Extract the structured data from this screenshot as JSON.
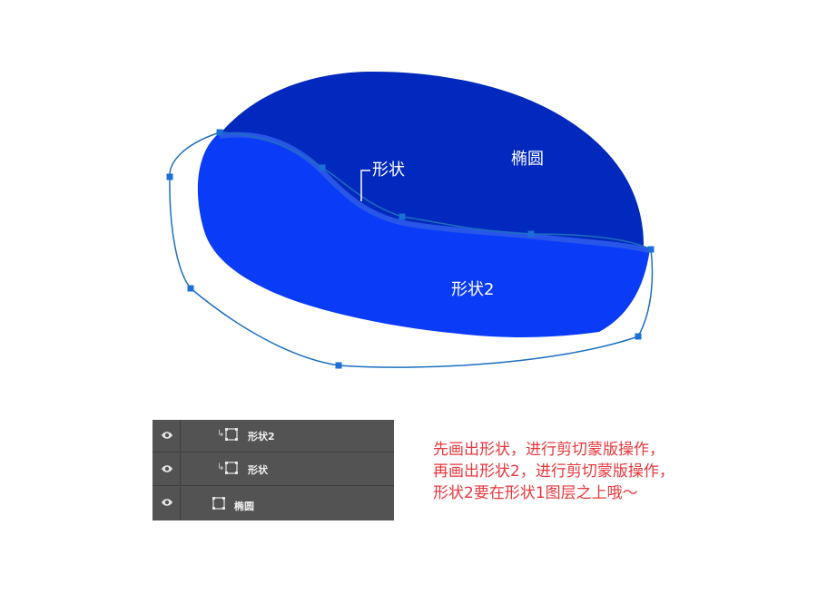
{
  "canvas": {
    "labels": {
      "ellipse": "椭圆",
      "shape": "形状",
      "shape2": "形状2"
    },
    "colors": {
      "ellipse_fill": "#0229be",
      "shape2_fill": "#0a3cf8",
      "path_stroke": "#1c6fc0",
      "anchor": "#1a6fd8"
    }
  },
  "layers_panel": {
    "layers": [
      {
        "name": "形状2",
        "clipped": true,
        "visible": true
      },
      {
        "name": "形状",
        "clipped": true,
        "visible": true
      },
      {
        "name": "椭圆",
        "clipped": false,
        "visible": true
      }
    ],
    "clip_icon": "clipping-arrow-icon",
    "eye_icon": "eye-icon",
    "thumb_icon": "shape-layer-thumbnail-icon"
  },
  "note": {
    "lines": [
      "先画出形状，进行剪切蒙版操作，",
      "再画出形状2，进行剪切蒙版操作，",
      "形状2要在形状1图层之上哦～"
    ],
    "color": "#e8373d"
  }
}
